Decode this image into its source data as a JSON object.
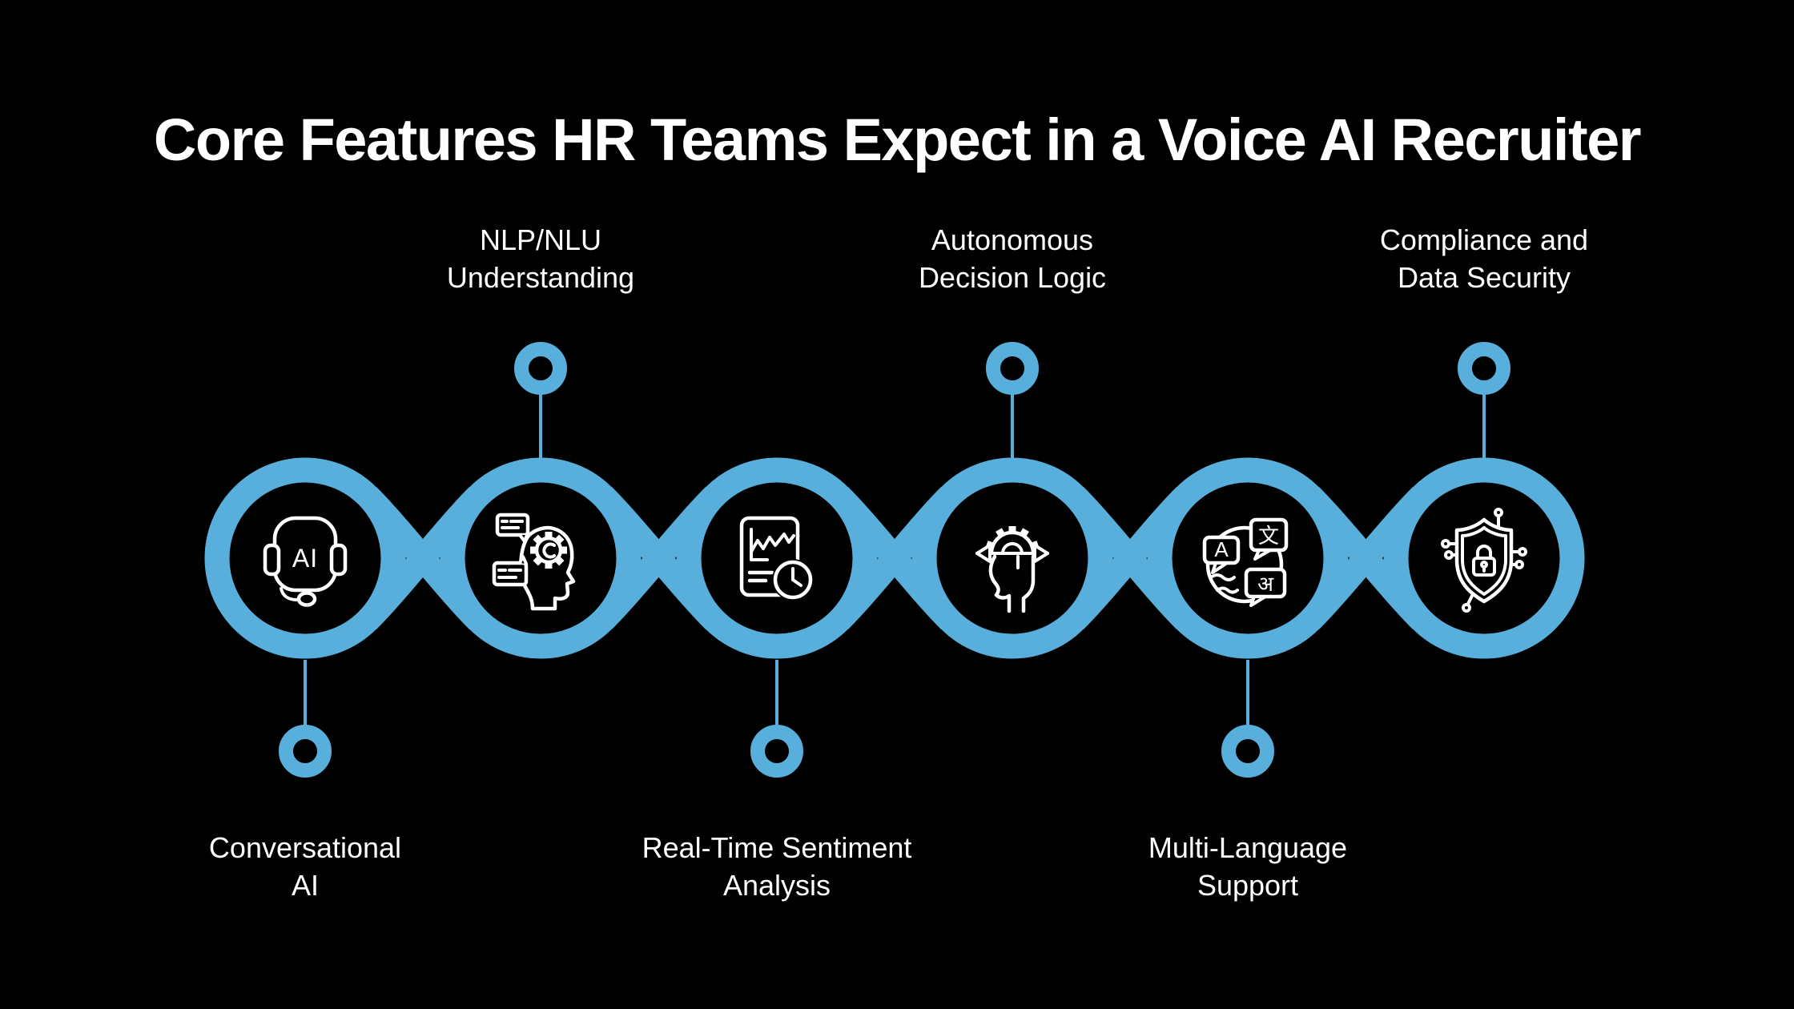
{
  "title": "Core Features HR Teams Expect in a Voice AI Recruiter",
  "colors": {
    "background": "#000000",
    "accent": "#58AFDC",
    "text": "#ffffff",
    "icon": "#ffffff"
  },
  "items": [
    {
      "id": "conversational-ai",
      "line1": "Conversational",
      "line2": "AI",
      "icon": "headset-ai-icon",
      "label_position": "below"
    },
    {
      "id": "nlp-nlu-understanding",
      "line1": "NLP/NLU",
      "line2": "Understanding",
      "icon": "head-gear-chat-icon",
      "label_position": "above"
    },
    {
      "id": "real-time-sentiment",
      "line1": "Real-Time Sentiment",
      "line2": "Analysis",
      "icon": "document-chart-clock-icon",
      "label_position": "below"
    },
    {
      "id": "autonomous-decision",
      "line1": "Autonomous",
      "line2": "Decision Logic",
      "icon": "head-gear-arrows-icon",
      "label_position": "above"
    },
    {
      "id": "multi-language-support",
      "line1": "Multi-Language",
      "line2": "Support",
      "icon": "globe-translate-icon",
      "label_position": "below"
    },
    {
      "id": "compliance-security",
      "line1": "Compliance and",
      "line2": "Data Security",
      "icon": "shield-lock-icon",
      "label_position": "above"
    }
  ],
  "icon_glyphs": {
    "ai_badge": "AI",
    "latin": "A",
    "chinese": "文",
    "devanagari": "अ"
  }
}
